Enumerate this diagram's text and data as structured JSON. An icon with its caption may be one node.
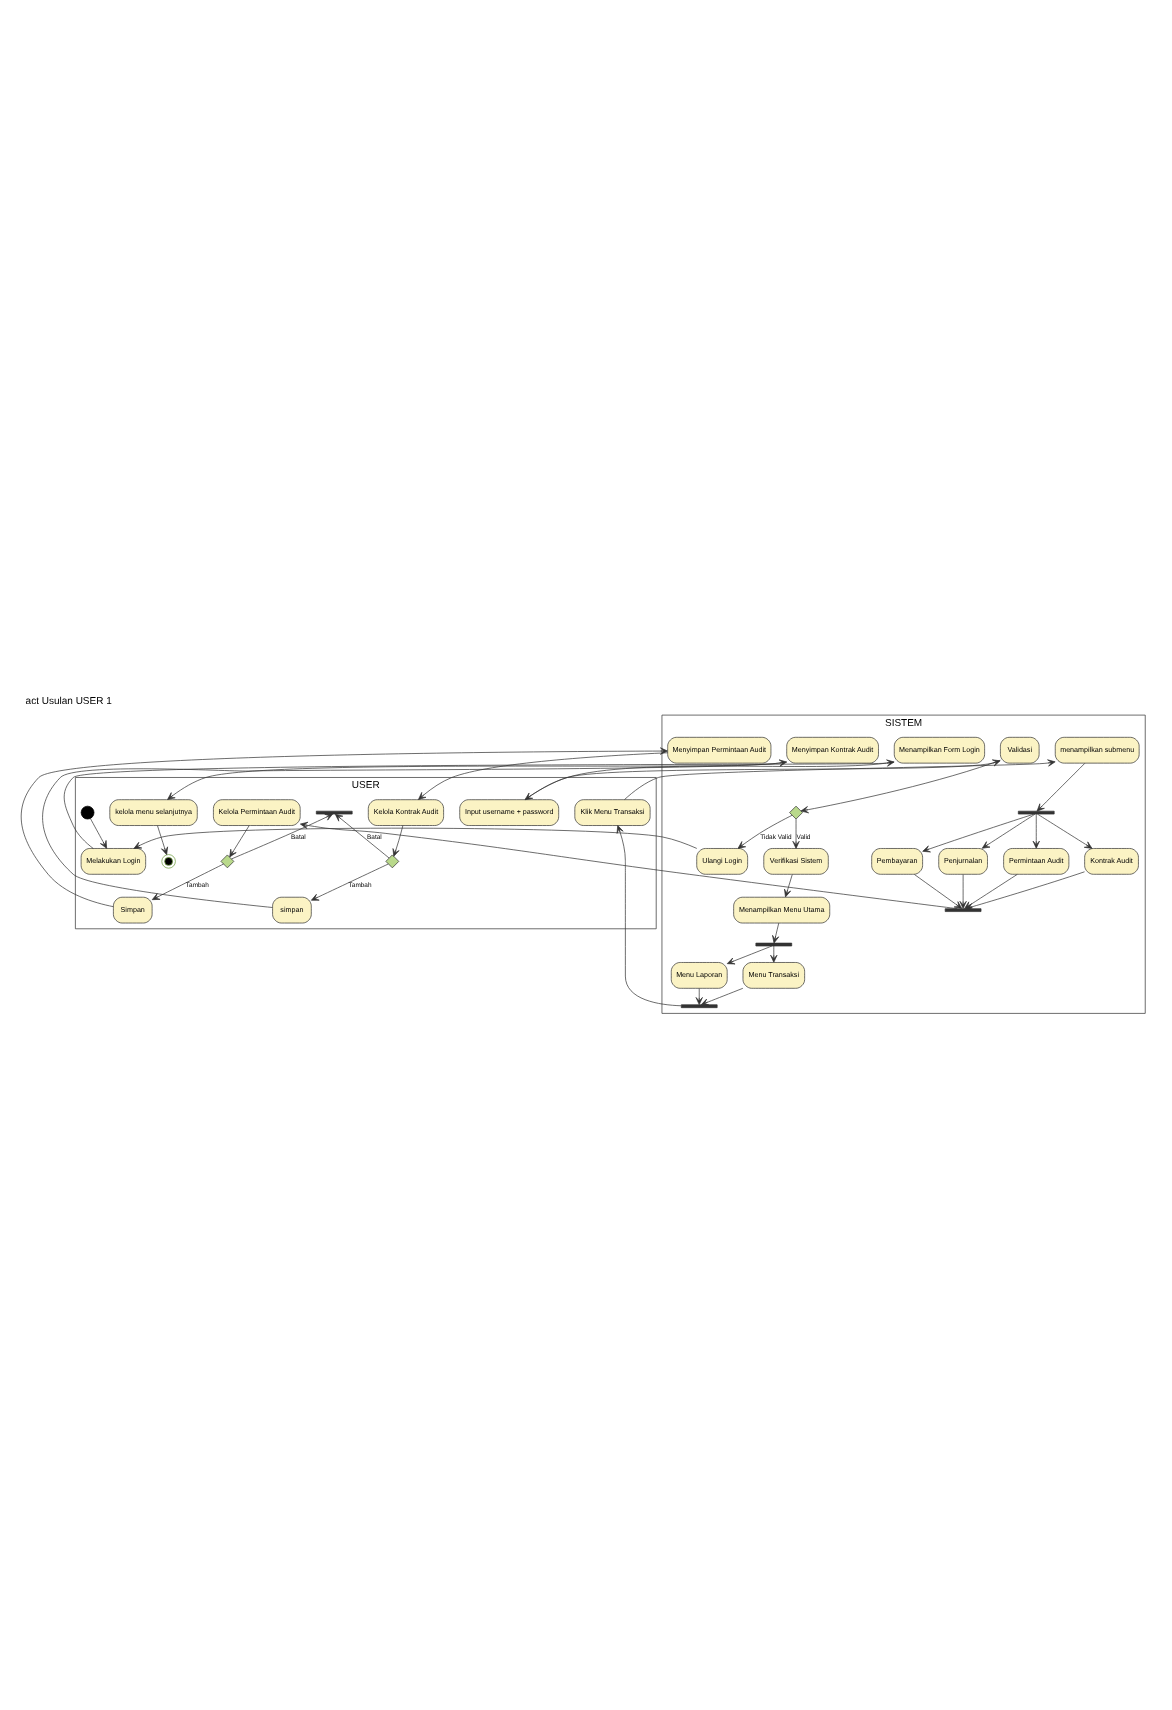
{
  "diagram": {
    "title": "act Usulan USER 1",
    "nodes": [
      {
        "text": [
          "USER"
        ]
      },
      {
        "text": [
          "SISTEM"
        ]
      },
      {
        "text": [],
        "shape": "circle",
        "in": 0
      },
      {
        "text": [
          "Melakukan Login"
        ],
        "in": 0
      },
      {
        "text": [
          "Menampilkan Form Login"
        ],
        "in": 1
      },
      {
        "text": [
          "Input username + password"
        ],
        "in": 0
      },
      {
        "text": [
          "Validasi"
        ],
        "in": 1
      },
      {
        "text": [],
        "shape": "diamond",
        "in": 1
      },
      {
        "text": [
          "Ulangi Login"
        ],
        "in": 1
      },
      {
        "text": [
          "Verifikasi Sistem"
        ],
        "in": 1
      },
      {
        "text": [
          "Menampilkan Menu Utama"
        ],
        "in": 1
      },
      {
        "text": [],
        "shape": "bar",
        "in": 1
      },
      {
        "text": [
          "Menu Transaksi"
        ],
        "in": 1
      },
      {
        "text": [
          "Menu Laporan"
        ],
        "in": 1
      },
      {
        "text": [],
        "shape": "bar",
        "in": 1
      },
      {
        "text": [
          "Klik Menu Transaksi"
        ],
        "in": 0
      },
      {
        "text": [
          "menampilkan submenu"
        ],
        "in": 1
      },
      {
        "text": [],
        "shape": "bar",
        "in": 0
      },
      {
        "text": [],
        "shape": "bar",
        "in": 1
      },
      {
        "text": [
          "Permintaan Audit"
        ],
        "in": 1
      },
      {
        "text": [
          "Kontrak Audit"
        ],
        "in": 1
      },
      {
        "text": [
          "Pembayaran"
        ],
        "in": 1
      },
      {
        "text": [
          "Penjurnalan"
        ],
        "in": 1
      },
      {
        "text": [],
        "shape": "bar",
        "in": 1
      },
      {
        "text": [
          "Kelola Permintaan Audit"
        ],
        "in": 0
      },
      {
        "text": [],
        "shape": "diamond",
        "in": 0
      },
      {
        "text": [
          "Simpan"
        ],
        "in": 0
      },
      {
        "text": [
          "Menyimpan Permintaan Audit"
        ],
        "in": 1
      },
      {
        "text": [
          "Kelola Kontrak Audit"
        ],
        "in": 0
      },
      {
        "text": [],
        "shape": "diamond",
        "in": 0
      },
      {
        "text": [
          "simpan"
        ],
        "in": 0
      },
      {
        "text": [
          "Menyimpan Kontrak Audit"
        ],
        "in": 1
      },
      {
        "text": [
          "kelola menu selanjutnya"
        ],
        "in": 0
      },
      {
        "text": [],
        "shape": "circle",
        "in": 0
      }
    ],
    "edges": [
      {
        "from": 2,
        "to": 3,
        "arrow": "to"
      },
      {
        "from": 3,
        "to": 4,
        "arrow": "to"
      },
      {
        "from": 4,
        "to": 5,
        "arrow": "to"
      },
      {
        "from": 5,
        "to": 6,
        "arrow": "to"
      },
      {
        "from": 6,
        "to": 7,
        "arrow": "to"
      },
      {
        "from": 7,
        "to": 8,
        "arrow": "to",
        "label": "Tidak Valid"
      },
      {
        "from": 7,
        "to": 9,
        "arrow": "to",
        "label": "Valid"
      },
      {
        "from": 8,
        "to": 3,
        "arrow": "to"
      },
      {
        "from": 9,
        "to": 10,
        "arrow": "to"
      },
      {
        "from": 10,
        "to": 11,
        "arrow": "to"
      },
      {
        "from": 11,
        "to": 12,
        "arrow": "to"
      },
      {
        "from": 11,
        "to": 13,
        "arrow": "to"
      },
      {
        "from": 12,
        "to": 14,
        "arrow": "to"
      },
      {
        "from": 13,
        "to": 14,
        "arrow": "to"
      },
      {
        "from": 14,
        "to": 15,
        "arrow": "to"
      },
      {
        "from": 15,
        "to": 16,
        "arrow": "to"
      },
      {
        "from": 16,
        "to": 18,
        "arrow": "to"
      },
      {
        "from": 18,
        "to": 19,
        "arrow": "to"
      },
      {
        "from": 18,
        "to": 20,
        "arrow": "to"
      },
      {
        "from": 18,
        "to": 21,
        "arrow": "to"
      },
      {
        "from": 18,
        "to": 22,
        "arrow": "to"
      },
      {
        "from": 19,
        "to": 23,
        "arrow": "to"
      },
      {
        "from": 20,
        "to": 23,
        "arrow": "to"
      },
      {
        "from": 21,
        "to": 23,
        "arrow": "to"
      },
      {
        "from": 22,
        "to": 23,
        "arrow": "to"
      },
      {
        "from": 23,
        "to": 24,
        "arrow": "to"
      },
      {
        "from": 24,
        "to": 25,
        "arrow": "to"
      },
      {
        "from": 25,
        "to": 17,
        "arrow": "to",
        "label": "Batal"
      },
      {
        "from": 25,
        "to": 26,
        "arrow": "to",
        "label": "Tambah"
      },
      {
        "from": 26,
        "to": 27,
        "arrow": "to"
      },
      {
        "from": 27,
        "to": 28,
        "arrow": "to"
      },
      {
        "from": 28,
        "to": 29,
        "arrow": "to"
      },
      {
        "from": 29,
        "to": 17,
        "arrow": "to",
        "label": "Batal"
      },
      {
        "from": 29,
        "to": 30,
        "arrow": "to",
        "label": "Tambah"
      },
      {
        "from": 30,
        "to": 31,
        "arrow": "to"
      },
      {
        "from": 31,
        "to": 32,
        "arrow": "to"
      },
      {
        "from": 32,
        "to": 33,
        "arrow": "to"
      }
    ]
  }
}
